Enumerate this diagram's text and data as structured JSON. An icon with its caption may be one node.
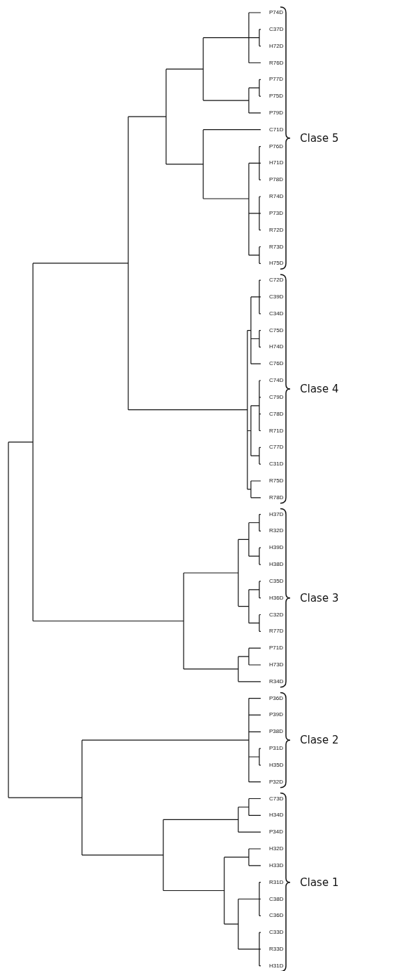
{
  "diagram": {
    "labels": [
      "P74D",
      "C37D",
      "H72D",
      "R76D",
      "P77D",
      "P75D",
      "P79D",
      "C71D",
      "P76D",
      "H71D",
      "P78D",
      "R74D",
      "P73D",
      "R72D",
      "R73D",
      "H75D",
      "C72D",
      "C39D",
      "C34D",
      "C75D",
      "H74D",
      "C76D",
      "C74D",
      "C79D",
      "C78D",
      "R71D",
      "C77D",
      "C31D",
      "R75D",
      "R78D",
      "H37D",
      "R32D",
      "H39D",
      "H38D",
      "C35D",
      "H36D",
      "C32D",
      "R77D",
      "P71D",
      "H73D",
      "R34D",
      "P36D",
      "P39D",
      "P38D",
      "P31D",
      "H35D",
      "P32D",
      "C73D",
      "H34D",
      "P34D",
      "H32D",
      "H33D",
      "R31D",
      "C38D",
      "C36D",
      "C33D",
      "R33D",
      "H31D",
      "Clase 5",
      "Clase 4",
      "Clase 3",
      "Clase 2",
      "Clase 1"
    ]
  }
}
